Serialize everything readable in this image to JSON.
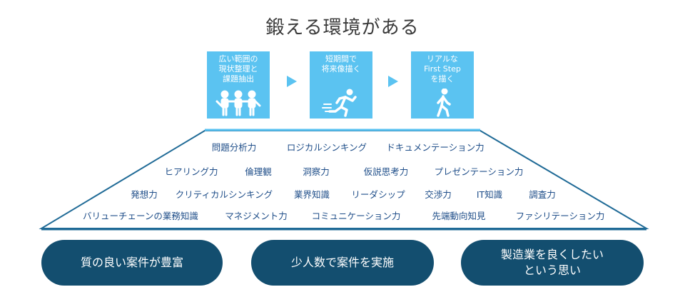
{
  "title": "鍛える環境がある",
  "steps": [
    {
      "label": "広い範囲の\n現状整理と\n課題抽出",
      "icon": "people-group-icon"
    },
    {
      "label": "短期間で\n将来像描く",
      "icon": "running-person-icon"
    },
    {
      "label": "リアルな\nFirst Step\nを描く",
      "icon": "walking-person-icon"
    }
  ],
  "skills": {
    "row1": [
      "問題分析力",
      "ロジカルシンキング",
      "ドキュメンテーション力"
    ],
    "row2": [
      "ヒアリング力",
      "倫理観",
      "洞察力",
      "仮説思考力",
      "プレゼンテーション力"
    ],
    "row3": [
      "発想力",
      "クリティカルシンキング",
      "業界知識",
      "リーダシップ",
      "交渉力",
      "IT知識",
      "調査力"
    ],
    "row4": [
      "バリューチェーンの業務知識",
      "マネジメント力",
      "コミュニケーション力",
      "先端動向知見",
      "ファシリテーション力"
    ]
  },
  "pillars": [
    "質の良い案件が豊富",
    "少人数で案件を実施",
    "製造業を良くしたい\nという思い"
  ],
  "colors": {
    "accent": "#5bc3f1",
    "pillar": "#134e6f",
    "skill_text": "#1f4e89",
    "trapezoid_stroke": "#1f6a96"
  }
}
